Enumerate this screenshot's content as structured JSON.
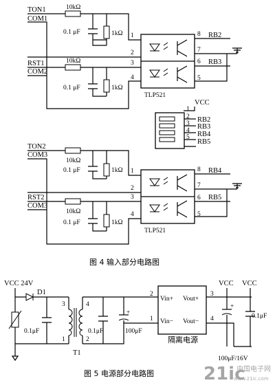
{
  "input_circuit": {
    "group1": {
      "ton": "TON1",
      "com1": "COM1",
      "rst": "RST1",
      "com2": "COM2",
      "res_series_a": "10kΩ",
      "res_series_b": "10kΩ",
      "cap_a": "0.1 μF",
      "cap_b": "0.1 μF",
      "res_shunt_a": "1kΩ",
      "res_shunt_b": "1kΩ",
      "ic_name": "TLP521",
      "pins": [
        "1",
        "2",
        "3",
        "4",
        "5",
        "6",
        "7",
        "8"
      ],
      "out_top": "RB2",
      "out_bot": "RB3"
    },
    "resistor_network": {
      "vcc": "VCC",
      "pins": [
        "1",
        "2",
        "3",
        "4",
        "5"
      ],
      "labels": [
        "RB2",
        "RB3",
        "RB4",
        "RB5"
      ]
    },
    "group2": {
      "ton": "TON2",
      "com1": "COM3",
      "rst": "RST2",
      "com2": "COM3",
      "res_series_a": "10kΩ",
      "res_series_b": "10kΩ",
      "cap_a": "0.1 μF",
      "cap_b": "0.1 μF",
      "res_shunt_a": "1kΩ",
      "res_shunt_b": "1kΩ",
      "ic_name": "TLP521",
      "pins": [
        "1",
        "2",
        "3",
        "4",
        "5",
        "6",
        "7",
        "8"
      ],
      "out_top": "RB4",
      "out_bot": "RB5"
    }
  },
  "fig4_caption": "图 4   输入部分电路图",
  "power_circuit": {
    "vcc_in": "VCC 24V",
    "diode": "D1",
    "cap_in": "0.1μF",
    "transformer_pins": [
      "3",
      "4",
      "2",
      "1"
    ],
    "transformer": "T1",
    "cap_mid": "0.1μF",
    "cap_elec": "100μF",
    "plus": "+",
    "module_pins": [
      "2",
      "1",
      "3",
      "4"
    ],
    "vin_plus": "Vin+",
    "vin_minus": "Vin−",
    "vout_plus": "Vout+",
    "vout_minus": "Vout−",
    "module_name": "隔离电源",
    "vcc_out1": "VCC",
    "vcc_out2": "VCC",
    "cap_out_elec": "100μF/16V",
    "cap_out": "0.1μF"
  },
  "fig5_caption": "图 5    电源部分电路图",
  "watermark": {
    "main": "21ic",
    "sub_cn": "中国电子网",
    "sub_url": "www.21ic.com"
  }
}
